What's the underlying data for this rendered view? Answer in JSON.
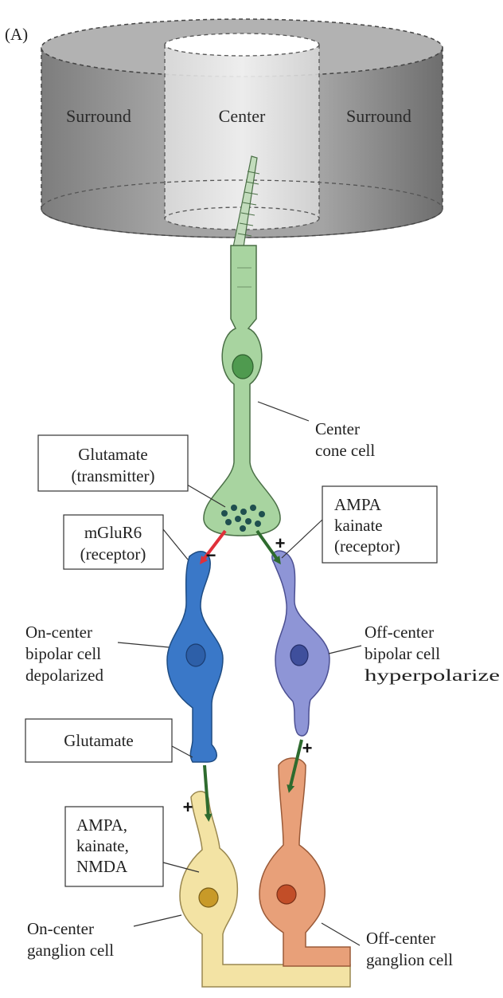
{
  "panel_label": "(A)",
  "receptive_field": {
    "left": "Surround",
    "center": "Center",
    "right": "Surround"
  },
  "cone": {
    "label_line1": "Center",
    "label_line2": "cone cell"
  },
  "boxes": {
    "glutamate_transmitter": {
      "line1": "Glutamate",
      "line2": "(transmitter)"
    },
    "mglur6": {
      "line1": "mGluR6",
      "line2": "(receptor)"
    },
    "ampa_kainate": {
      "line1": "AMPA",
      "line2": "kainate",
      "line3": "(receptor)"
    },
    "glutamate": {
      "line1": "Glutamate"
    },
    "ampa_kainate_nmda": {
      "line1": "AMPA,",
      "line2": "kainate,",
      "line3": "NMDA"
    }
  },
  "signs": {
    "mglur6": "−",
    "ampa": "+",
    "on_ganglion": "+",
    "off_ganglion": "+"
  },
  "cells": {
    "on_bipolar": {
      "line1": "On-center",
      "line2": "bipolar cell",
      "line3": "depolarized",
      "color": "#3a78c8"
    },
    "off_bipolar": {
      "line1": "Off-center",
      "line2": "bipolar cell",
      "line3": "hyperpolarize",
      "color": "#8e95d6"
    },
    "on_ganglion": {
      "line1": "On-center",
      "line2": "ganglion cell",
      "color": "#f3e3a4"
    },
    "off_ganglion": {
      "line1": "Off-center",
      "line2": "ganglion cell",
      "color": "#e8a079"
    }
  },
  "colors": {
    "cone": "#a8d4a0",
    "inhibitory_arrow": "#e0303a",
    "excitatory_arrow": "#2e6b2e",
    "cylinder": "#9d9d9d"
  }
}
